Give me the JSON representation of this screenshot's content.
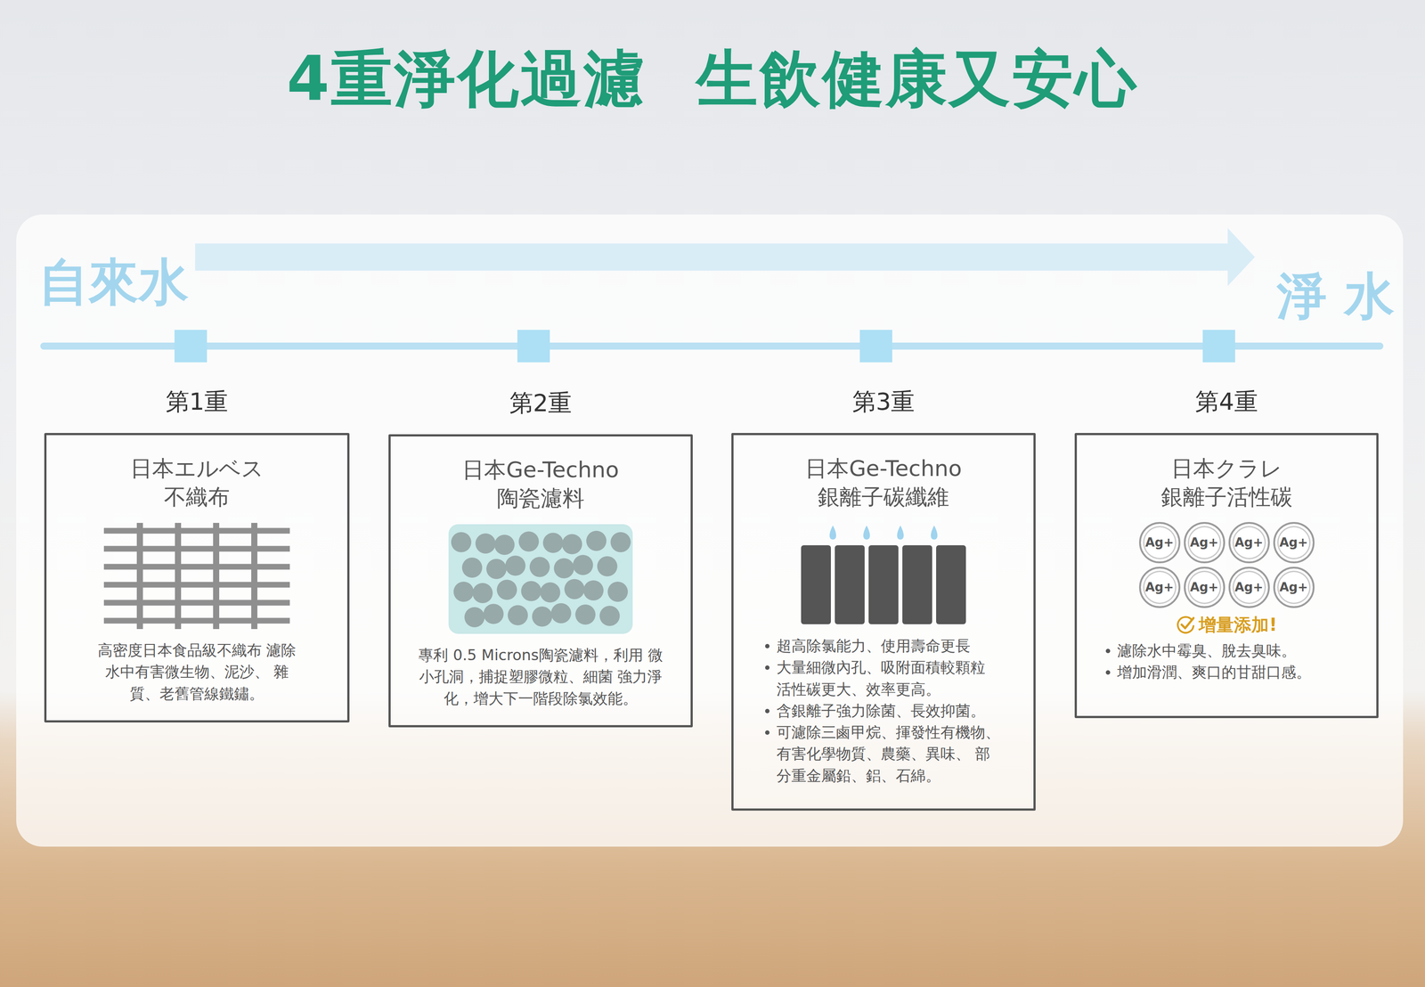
{
  "diagram": {
    "title": "4重淨化過濾 生飲健康又安心",
    "nodes": [
      {
        "text": [
          "第1重",
          "日本エルベス 不織布",
          "高密度日本食品級不織布 濾除水中有害微生物、泥沙、 雜質、老舊管線鐵鏽。"
        ]
      },
      {
        "text": [
          "第2重",
          "日本Ge-Techno 陶瓷濾料",
          "專利 0.5 Microns陶瓷濾料，利用 微小孔洞，捕捉塑膠微粒、細菌 強力淨化，增大下一階段除氯效能。"
        ]
      },
      {
        "text": [
          "第3重",
          "日本Ge-Techno 銀離子碳纖維",
          "超高除氯能力、使用壽命更長",
          "大量細微內孔、吸附面積較顆粒 活性碳更大、效率更高。",
          "含銀離子強力除菌、長效抑菌。",
          "可濾除三鹵甲烷、揮發性有機物、 有害化學物質、農藥、異味、 部分重金屬鉛、鋁、石綿。"
        ]
      },
      {
        "text": [
          "第4重",
          "日本クラレ 銀離子活性碳",
          "增量添加!",
          "濾除水中霉臭、脫去臭味。",
          "增加滑潤、爽口的甘甜口感。"
        ]
      },
      {
        "text": [
          "Ag+"
        ],
        "in": 3
      },
      {
        "text": [
          "Ag+"
        ],
        "in": 3
      },
      {
        "text": [
          "Ag+"
        ],
        "in": 3
      },
      {
        "text": [
          "Ag+"
        ],
        "in": 3
      },
      {
        "text": [
          "Ag+"
        ],
        "in": 3
      },
      {
        "text": [
          "Ag+"
        ],
        "in": 3
      },
      {
        "text": [
          "Ag+"
        ],
        "in": 3
      },
      {
        "text": [
          "Ag+"
        ],
        "in": 3
      }
    ],
    "labels": [
      "自來水",
      "淨 水"
    ]
  }
}
